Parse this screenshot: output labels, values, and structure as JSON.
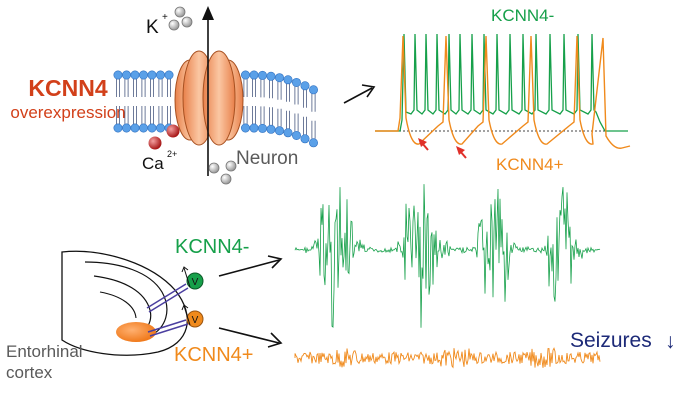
{
  "left_label": {
    "gene": "KCNN4",
    "action": "overexpression"
  },
  "ions": {
    "potassium": "K",
    "potassium_charge": "+",
    "calcium": "Ca",
    "calcium_charge": "2+"
  },
  "membrane_label": "Neuron",
  "trace_labels": {
    "top_minus": "KCNN4-",
    "top_plus": "KCNN4+",
    "eeg_minus": "KCNN4-",
    "eeg_plus": "KCNN4+"
  },
  "brain_label": {
    "line1": "Entorhinal",
    "line2": "cortex"
  },
  "electrode_label": "V",
  "outcome": {
    "text": "Seizures",
    "arrow": "↓"
  },
  "colors": {
    "red_text": "#d2401a",
    "green": "#16a04a",
    "orange": "#f08a1c",
    "red_arrow": "#e0302a",
    "channel": "#f0a070",
    "lipid_head": "#5aa0e8",
    "navy": "#1d2a78"
  }
}
